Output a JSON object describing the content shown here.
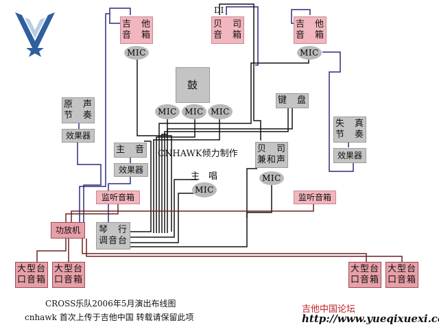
{
  "logo": {
    "kind": "wing-star-emblem",
    "colors": {
      "blue": "#2e5f9e",
      "light": "#b9cde4"
    }
  },
  "components": {
    "guitar_amp_left": "吉　他\n音　箱",
    "bass_amp": "贝　司\n音　箱",
    "guitar_amp_right": "吉　他\n音　箱",
    "drums": "鼓",
    "keyboard": "键　盘",
    "acoustic_guitar": "原　声\n节　奏",
    "effects_left": "效果器",
    "lead_vocal_box": "主　音",
    "effects_mid": "效果器",
    "distortion_rhythm": "失　真\n节　奏",
    "effects_right": "效果器",
    "bass_backing_vocal": "贝　司\n兼和声",
    "monitor_left": "监听音箱",
    "monitor_right": "监听音箱",
    "amplifier": "功放机",
    "mixer": "琴　行\n调音台",
    "pa_1": "大型台\n口音箱",
    "pa_2": "大型台\n口音箱",
    "pa_3": "大型台\n口音箱",
    "pa_4": "大型台\n口音箱"
  },
  "mics": {
    "mic_guitar_left": "MIC",
    "mic_guitar_right": "MIC",
    "mic_drum_1": "MIC",
    "mic_drum_2": "MIC",
    "mic_drum_3": "MIC",
    "mic_lead": "MIC",
    "mic_bass_vocal": "MIC"
  },
  "labels": {
    "di": "DI",
    "lead_vocal": "主　唱",
    "credit": "CNHAWK倾力制作"
  },
  "footer": {
    "line1": "CROSS乐队2006年5月演出布线图",
    "line2": "cnhawk 首次上传于吉他中国  转载请保留此项",
    "site_name": "吉他中国论坛",
    "site_url": "http://www.yueqixuexi.com"
  },
  "colors": {
    "cable_blue": "#2a2a7a",
    "cable_dark": "#111111",
    "cable_brown": "#6b2020"
  }
}
